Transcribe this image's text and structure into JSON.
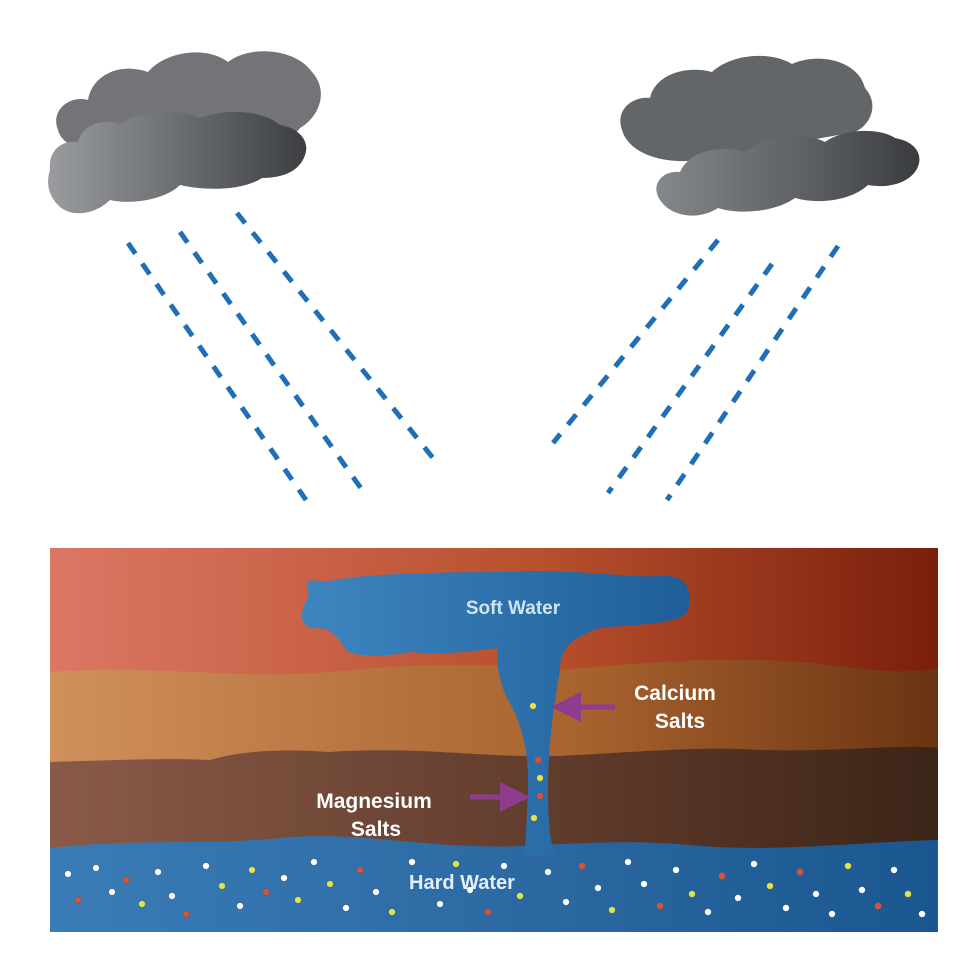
{
  "labels": {
    "soft_water": "Soft Water",
    "calcium_line1": "Calcium",
    "calcium_line2": "Salts",
    "magnesium_line1": "Magnesium",
    "magnesium_line2": "Salts",
    "hard_water": "Hard Water"
  },
  "colors": {
    "rain": "#1f6fb8",
    "arrow": "#8e3c8e",
    "water": "#2a6ea8",
    "cloud_dark": "#4e5054",
    "cloud_light": "#7a7c7f",
    "particle_yellow": "#e2e642",
    "particle_red": "#e0502e",
    "particle_white": "#ffffff"
  },
  "icons": [
    "cloud-icon",
    "rain-streaks",
    "arrow-icon"
  ]
}
